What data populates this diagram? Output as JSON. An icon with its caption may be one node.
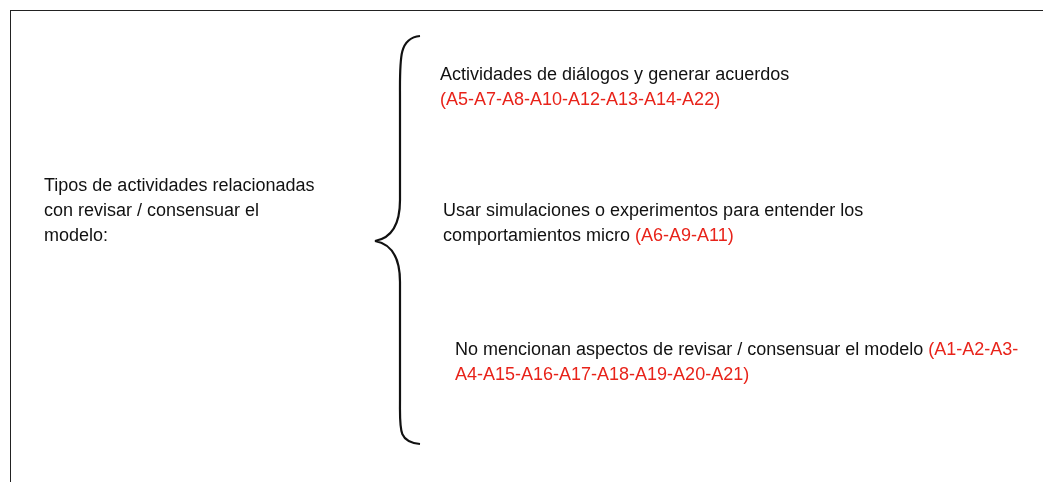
{
  "diagram": {
    "nodes": [
      {
        "text": [
          "Tipos de actividades relacionadas con revisar / consensuar el modelo:"
        ]
      },
      {
        "text": [
          "Actividades de diálogos y generar acuerdos",
          "(A5-A7-A8-A10-A12-A13-A14-A22)"
        ]
      },
      {
        "text": [
          "Usar simulaciones o experimentos para entender los comportamientos micro",
          "(A6-A9-A11)"
        ]
      },
      {
        "text": [
          "No mencionan aspectos de revisar / consensuar el modelo",
          "(A1-A2-A3-A4-A15-A16-A17-A18-A19-A20-A21)"
        ]
      }
    ],
    "edges": []
  }
}
